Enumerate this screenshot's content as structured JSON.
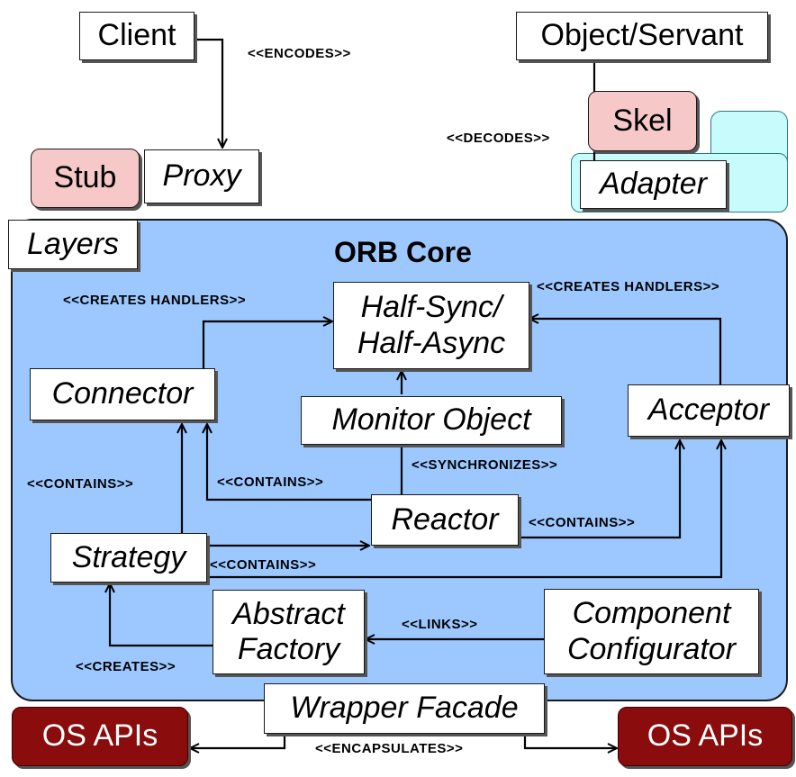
{
  "title": "ORB Core",
  "boxes": {
    "client": "Client",
    "object_servant": "Object/Servant",
    "skel": "Skel",
    "stub": "Stub",
    "proxy": "Proxy",
    "adapter": "Adapter",
    "layers": "Layers",
    "half_sync_line1": "Half-Sync/",
    "half_sync_line2": "Half-Async",
    "connector": "Connector",
    "monitor_object": "Monitor Object",
    "acceptor": "Acceptor",
    "reactor": "Reactor",
    "strategy": "Strategy",
    "abstract_factory_line1": "Abstract",
    "abstract_factory_line2": "Factory",
    "component_configurator_line1": "Component",
    "component_configurator_line2": "Configurator",
    "wrapper_facade": "Wrapper Facade",
    "os_apis_left": "OS APIs",
    "os_apis_right": "OS APIs"
  },
  "labels": {
    "encodes": "<<ENCODES>>",
    "decodes": "<<DECODES>>",
    "creates_handlers_left": "<<CREATES HANDLERS>>",
    "creates_handlers_right": "<<CREATES HANDLERS>>",
    "contains_left": "<<CONTAINS>>",
    "contains_connector": "<<CONTAINS>>",
    "synchronizes": "<<SYNCHRONIZES>>",
    "contains_reactor": "<<CONTAINS>>",
    "contains_strategy": "<<CONTAINS>>",
    "links": "<<LINKS>>",
    "creates": "<<CREATES>>",
    "encapsulates": "<<ENCAPSULATES>>"
  },
  "colors": {
    "core_fill": "#9dc8ff",
    "pink_fill": "#f6c8c8",
    "cyan_fill": "#c8fcfc",
    "os_fill": "#8a0c0c"
  }
}
